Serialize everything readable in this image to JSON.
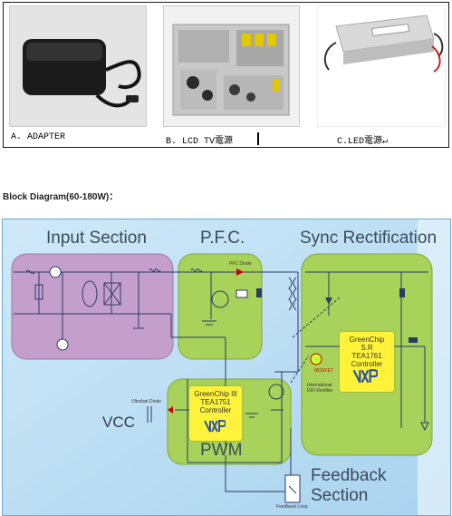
{
  "products": [
    {
      "caption": "A. ADAPTER",
      "image": "black-power-adapter"
    },
    {
      "caption": "B. LCD TV電源",
      "image": "tv-power-board"
    },
    {
      "caption": "C.LED電源↵",
      "image": "led-driver-module"
    }
  ],
  "heading": "Block Diagram(60-180W)：",
  "diagram": {
    "sections": {
      "input": "Input Section",
      "pfc": "P.F.C.",
      "sync": "Sync Rectification",
      "pwm": "PWM",
      "feedback": "Feedback Section",
      "feedback_line1": "Feedback",
      "feedback_line2": "Section"
    },
    "vcc": "VCC",
    "chips": {
      "pwm": {
        "line1": "GreenChip III",
        "line2": "TEA1751",
        "line3": "Controller"
      },
      "sr": {
        "line1": "GreenChip",
        "line2": "S.R",
        "line3": "TEA1761",
        "line4": "Controller"
      }
    },
    "small_labels": {
      "pfc_diode": "PFC Diode",
      "ultrafast_diode": "Ultrafast Diode",
      "mosfet": "MOSFET",
      "feedback_loop": "Feedback Loop",
      "ir_line1": "International",
      "ir_line2": "IOR Rectifier"
    },
    "colors": {
      "background": "#bfe0f4",
      "input_section": "#c49fcc",
      "green_section": "#a9d25a",
      "chip": "#fff23a",
      "wire": "#2c3a66"
    }
  }
}
